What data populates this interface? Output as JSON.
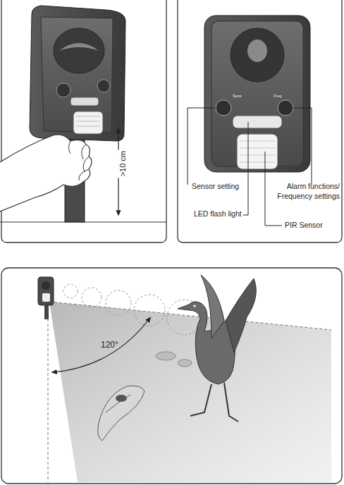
{
  "diagram": {
    "labels": [
      ">10 cm",
      "Sens",
      "Freq",
      "Sensor setting",
      "LED flash light",
      "Alarm functions/ Frequency settings",
      "PIR Sensor",
      "120°"
    ]
  }
}
